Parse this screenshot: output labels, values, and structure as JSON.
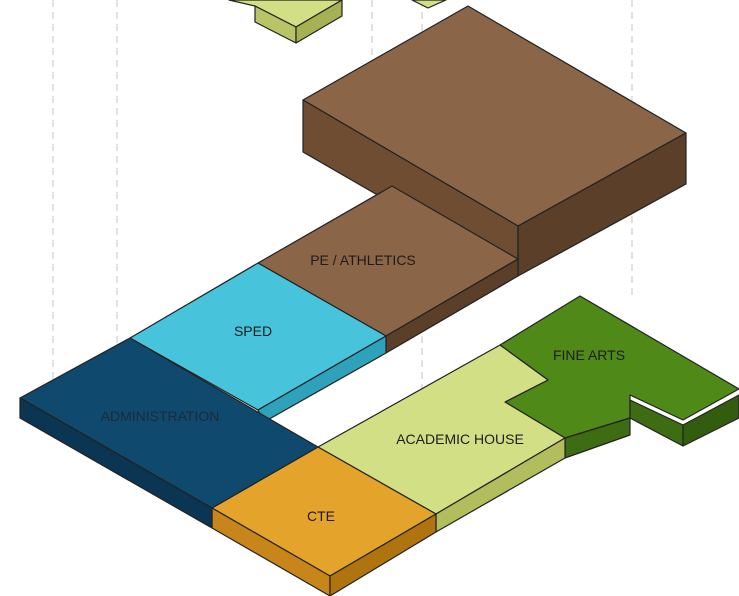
{
  "diagram": {
    "zones": {
      "administration": {
        "label": "ADMINISTRATION",
        "color": "#0f4a6e"
      },
      "sped": {
        "label": "SPED",
        "color": "#48c3dc"
      },
      "pe_athletics": {
        "label": "PE / ATHLETICS",
        "color": "#8b6547"
      },
      "academic_house": {
        "label": "ACADEMIC HOUSE",
        "color": "#d3df84"
      },
      "cte": {
        "label": "CTE",
        "color": "#e4a42c"
      },
      "fine_arts": {
        "label": "FINE ARTS",
        "color": "#4f8a19"
      }
    }
  }
}
